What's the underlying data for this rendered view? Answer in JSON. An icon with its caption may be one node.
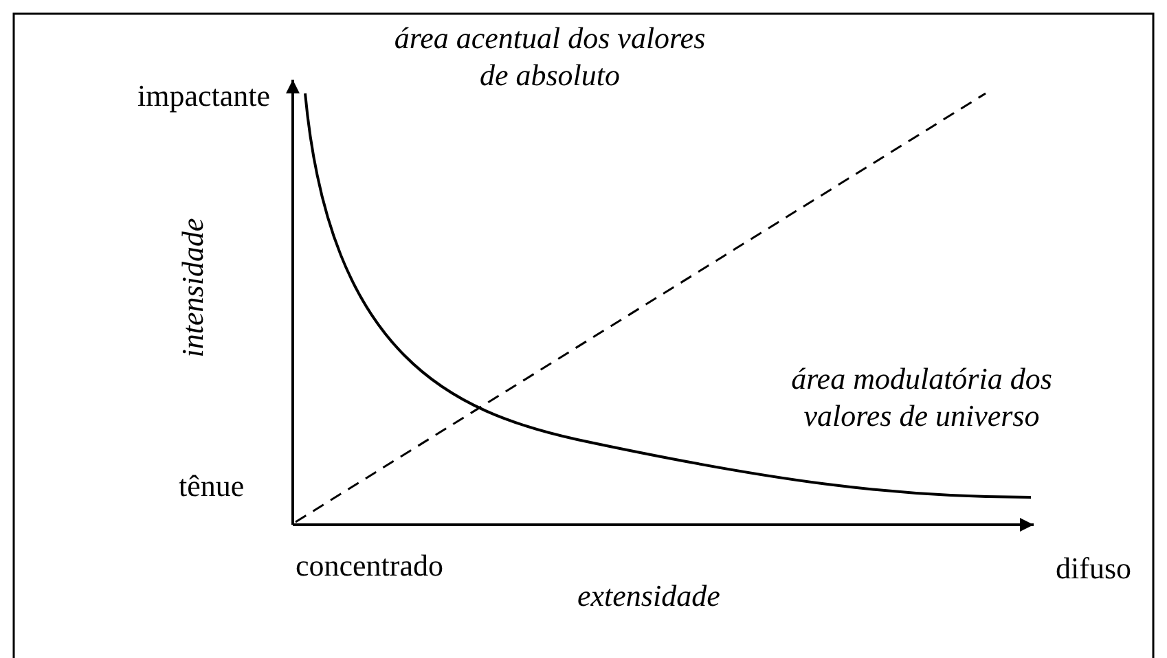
{
  "diagram": {
    "labels": [
      "área acentual dos valores de absoluto",
      "impactante",
      "intensidade",
      "área modulatória dos valores de universo",
      "tênue",
      "concentrado",
      "difuso",
      "extensidade"
    ]
  }
}
